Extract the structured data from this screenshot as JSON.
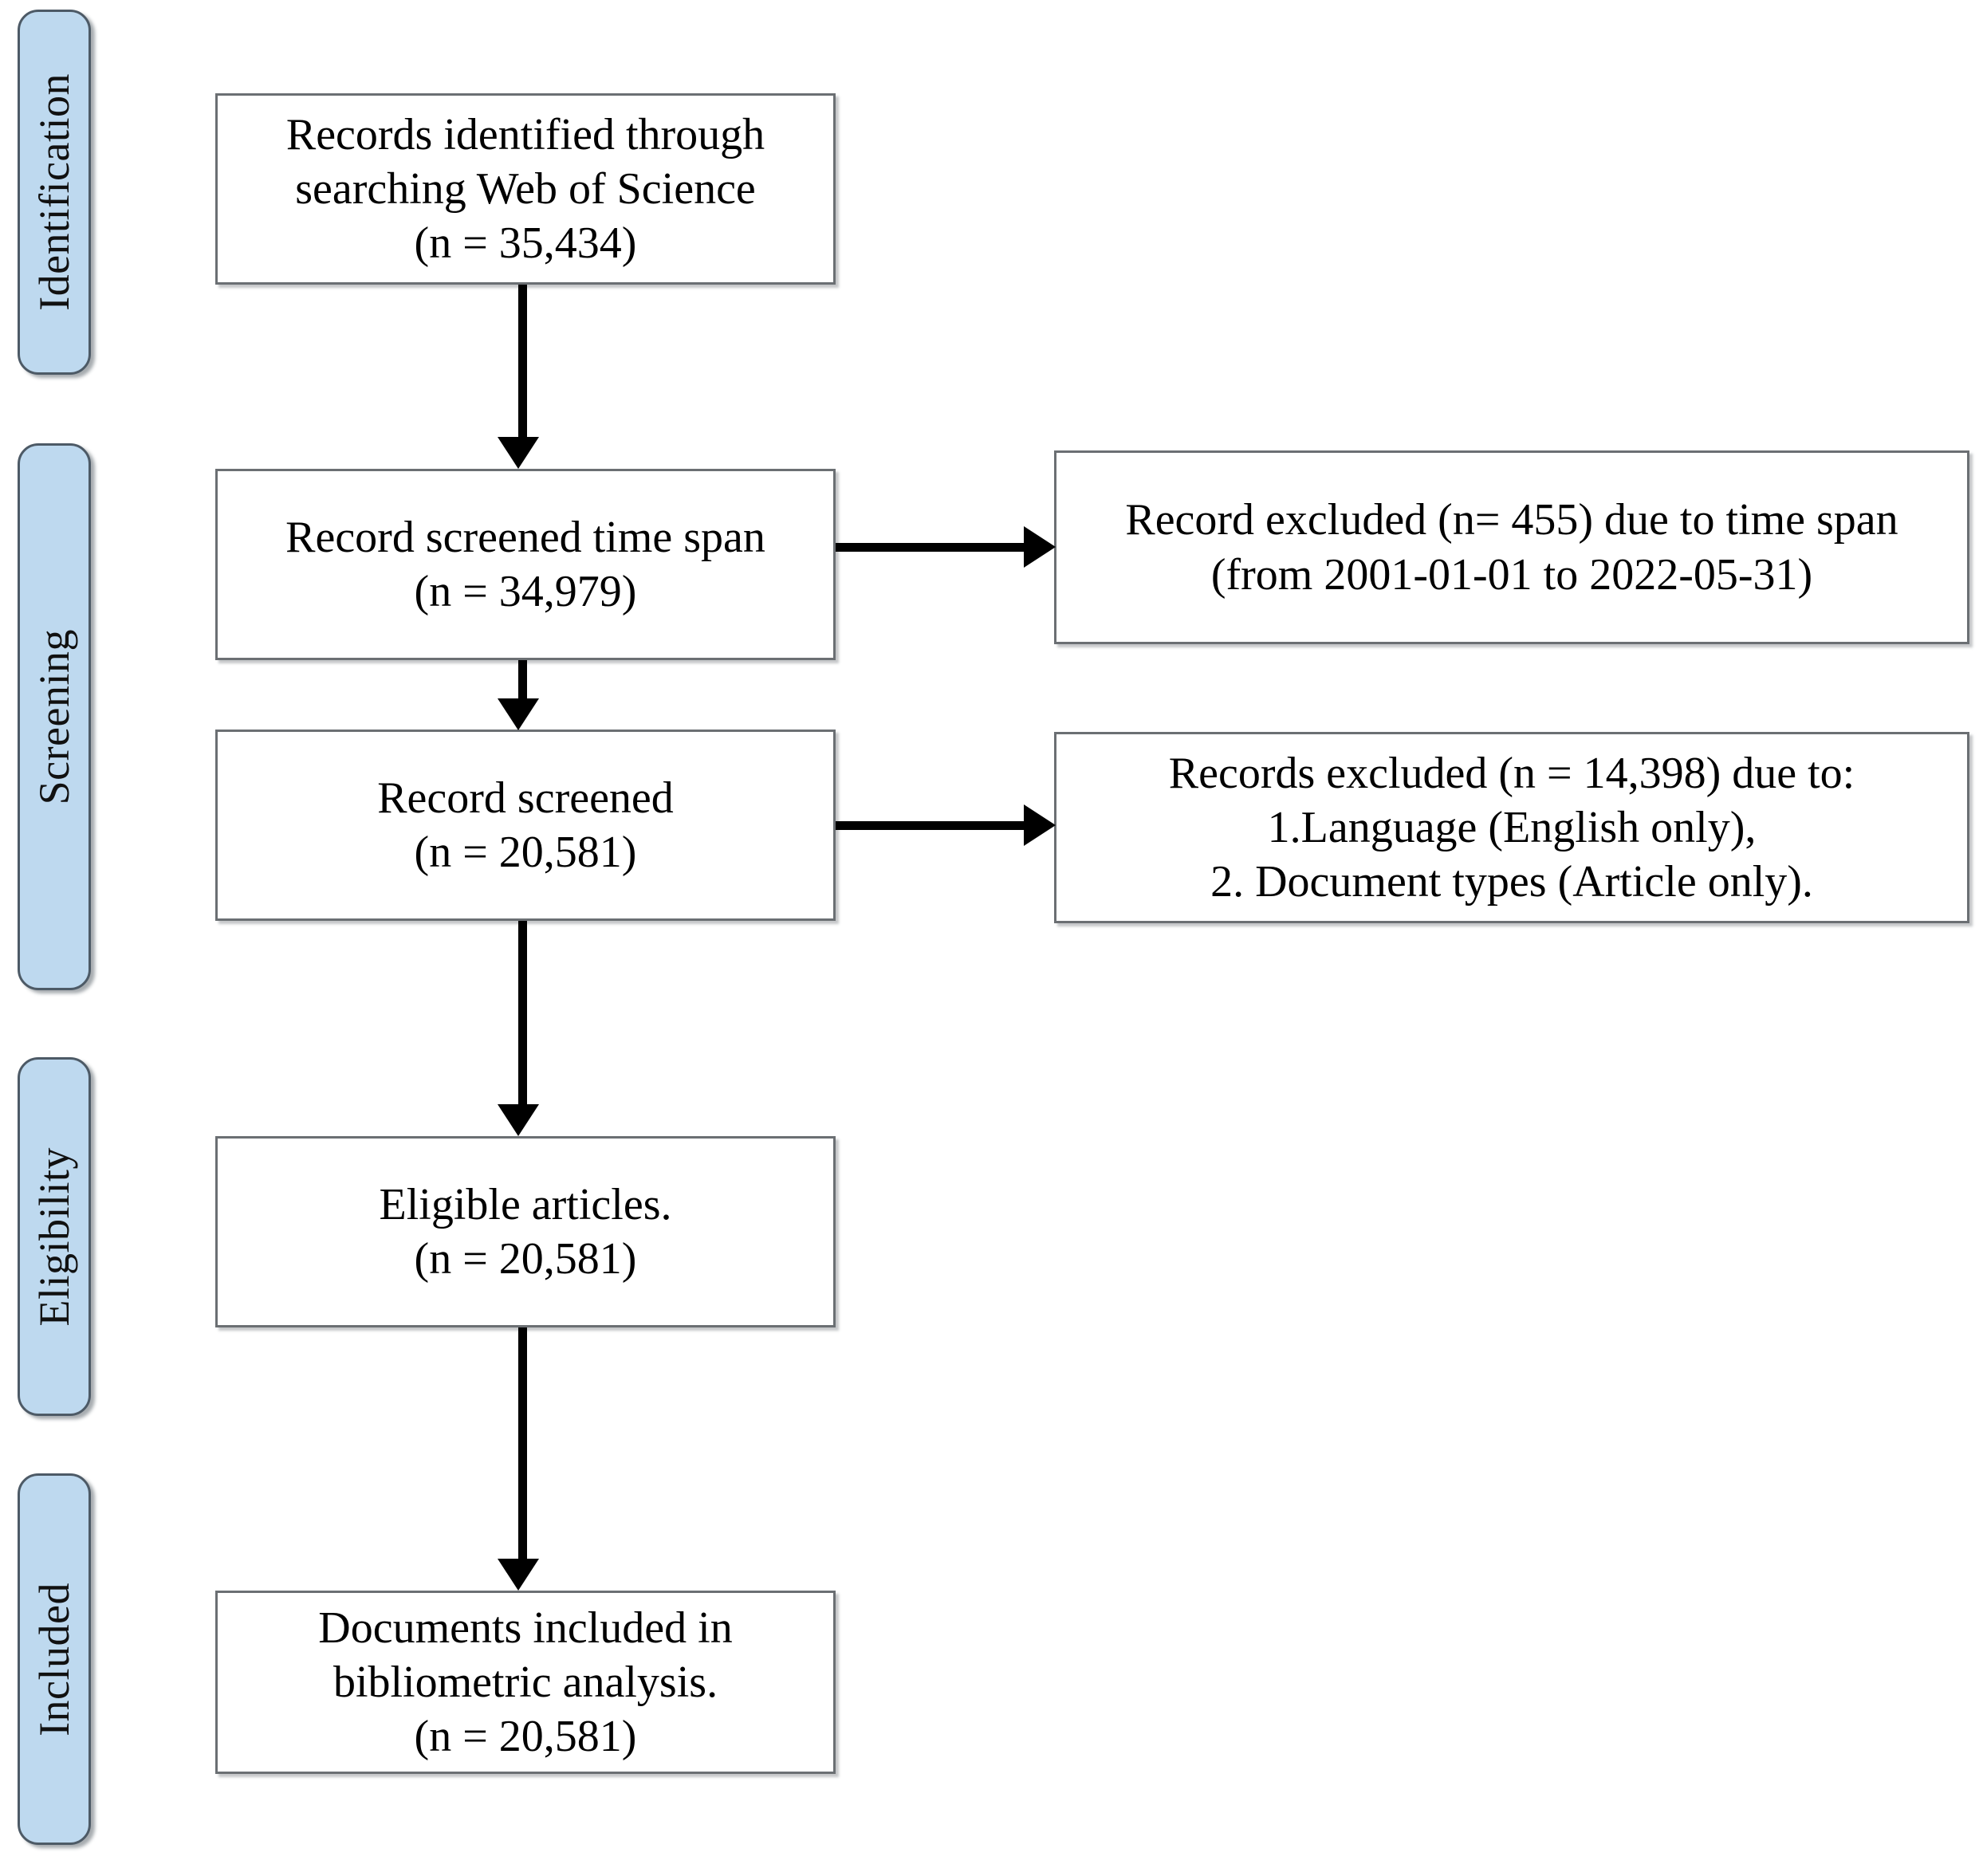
{
  "diagram": {
    "title": "PRISMA flow diagram of record identification, screening, eligibility and inclusion",
    "accent_color": "#bed9ef",
    "box_border_color": "#6b6f73",
    "connector_color": "#000000"
  },
  "stages": [
    {
      "label": "Identification"
    },
    {
      "label": "Screening"
    },
    {
      "label": "Eligibility"
    },
    {
      "label": "Included"
    }
  ],
  "main_boxes": [
    {
      "id": "records-identified",
      "lines": [
        "Records identified through",
        "searching Web of Science",
        "(n = 35,434)"
      ]
    },
    {
      "id": "record-screened-time-span",
      "lines": [
        "Record screened time span",
        "(n = 34,979)"
      ]
    },
    {
      "id": "record-screened",
      "lines": [
        "Record screened",
        "(n = 20,581)"
      ]
    },
    {
      "id": "eligible-articles",
      "lines": [
        "Eligible articles.",
        "(n = 20,581)"
      ]
    },
    {
      "id": "documents-included",
      "lines": [
        "Documents included in",
        "bibliometric analysis.",
        "(n = 20,581)"
      ]
    }
  ],
  "exclusion_boxes": [
    {
      "id": "excluded-time-span",
      "lines": [
        "Record excluded (n= 455) due to time span",
        "(from 2001-01-01 to 2022-05-31)"
      ]
    },
    {
      "id": "excluded-language-doctype",
      "lines": [
        "Records excluded (n = 14,398) due to:",
        "1.Language (English only),",
        "2. Document types (Article only)."
      ]
    }
  ]
}
